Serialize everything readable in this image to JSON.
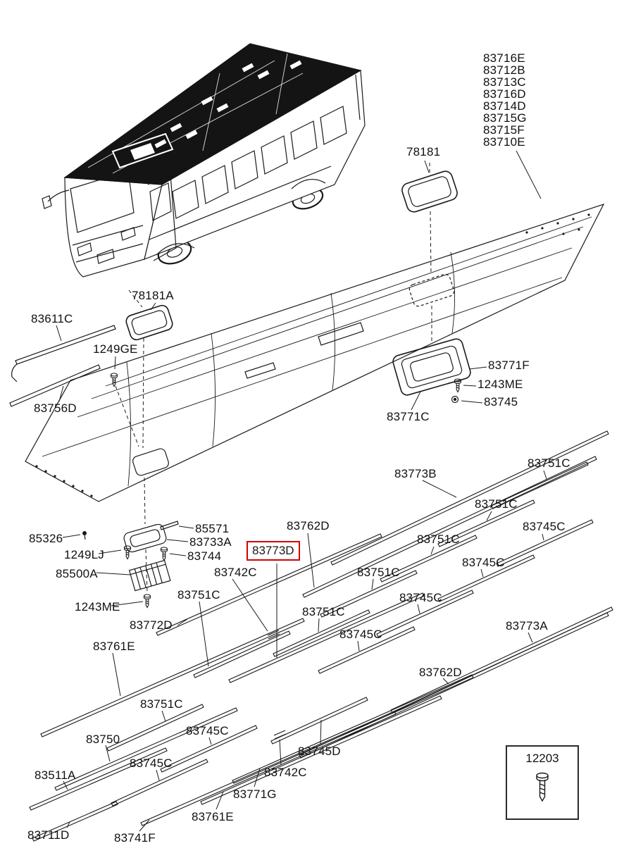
{
  "callouts": [
    "83716E",
    "83712B",
    "83713C",
    "83716D",
    "83714D",
    "83715G",
    "83715F",
    "83710E",
    "78181",
    "78181A",
    "83611C",
    "1249GE",
    "83756D",
    "83771F",
    "1243ME",
    "83745",
    "83771C",
    "83773B",
    "83751C",
    "83751C",
    "83745C",
    "83751C",
    "83745C",
    "83762D",
    "83773D",
    "83742C",
    "83751C",
    "83745C",
    "83751C",
    "83751C",
    "83745C",
    "83773A",
    "83762D",
    "85326",
    "85571",
    "83733A",
    "1249LJ",
    "83744",
    "85500A",
    "1243ME",
    "83772D",
    "83761E",
    "83751C",
    "83745C",
    "83750",
    "83745C",
    "83511A",
    "83711D",
    "83741F",
    "83761E",
    "83771G",
    "83742C",
    "83745D"
  ],
  "highlight": {
    "part_number": "83773D",
    "box_color": "#d40000"
  },
  "legend": {
    "part_number": "12203"
  }
}
